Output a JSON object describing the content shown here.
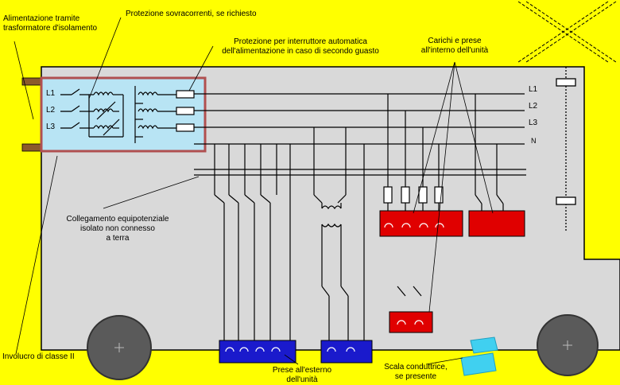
{
  "labels": {
    "supply_transformer": "Alimentazione tramite\ntrasformatore d'isolamento",
    "overcurrent_protection": "Protezione sovracorrenti, se richiesto",
    "automatic_breaker": "Protezione per interruttore automatica\ndell'alimentazione in caso di secondo guasto",
    "internal_loads": "Carichi e prese\nall'interno dell'unità",
    "equipotential_bonding": "Collegamento equipotenziale\nisolato non connesso\na terra",
    "class_ii_enclosure": "Involucro di classe II",
    "external_sockets": "Prese all'esterno\ndell'unità",
    "conductive_ladder": "Scala conduttrice,\nse presente"
  },
  "bus_lines": [
    "L1",
    "L2",
    "L3",
    "N"
  ],
  "input_lines": [
    "L1",
    "L2",
    "L3"
  ],
  "colors": {
    "background": "#ffff00",
    "enclosure": "#d9d9d9",
    "transformer_box": "#b8e4f4",
    "wire": "#000000",
    "load_red": "#e00000",
    "socket_blue": "#1a1acc",
    "ladder": "#40d0f0",
    "wheel": "#5a5a5a",
    "supply_pipe": "#8b5a2b"
  }
}
